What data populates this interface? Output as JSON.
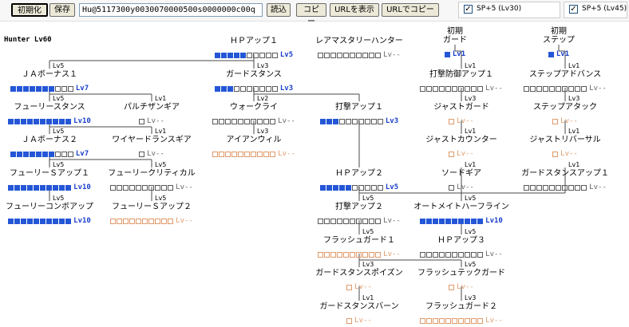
{
  "toolbar": {
    "reset_label": "初期化",
    "save_label": "保存",
    "code_value": "Hu@5117300y0030070000500s0000000c00q",
    "load_label": "読込",
    "copy_label": "コピー",
    "show_url_label": "URLを表示",
    "copy_url_label": "URLでコピー",
    "sp30_label": "SP+5 (Lv30)",
    "sp45_label": "SP+5 (Lv45)",
    "sp30_checked": true,
    "sp45_checked": true
  },
  "class_title": "Hunter Lv60",
  "colors": {
    "filled": "#2456d6",
    "level": "#1b3fcc",
    "locked": "#e09a6a"
  },
  "nodes": [
    {
      "id": "hp1",
      "name": "ＨＰアップ１",
      "lvl": 5,
      "max": 10,
      "locked": false
    },
    {
      "id": "rare",
      "name": "レアマスタリーハンター",
      "lvl": 0,
      "max": 10,
      "locked": false
    },
    {
      "id": "guard",
      "name": "初期\nガード",
      "lvl": 1,
      "max": 1,
      "locked": false
    },
    {
      "id": "step",
      "name": "初期\nステップ",
      "lvl": 1,
      "max": 1,
      "locked": false
    },
    {
      "id": "ja1",
      "name": "ＪＡボーナス１",
      "lvl": 7,
      "max": 10,
      "locked": false,
      "req": "Lv5"
    },
    {
      "id": "gs",
      "name": "ガードスタンス",
      "lvl": 3,
      "max": 10,
      "locked": false,
      "req": "Lv3"
    },
    {
      "id": "gb",
      "name": "打撃防御アップ１",
      "lvl": 0,
      "max": 10,
      "locked": false,
      "req": "Lv1"
    },
    {
      "id": "sa",
      "name": "ステップアドバンス",
      "lvl": 0,
      "max": 10,
      "locked": false,
      "req": "Lv1"
    },
    {
      "id": "fs",
      "name": "フューリースタンス",
      "lvl": 10,
      "max": 10,
      "locked": false,
      "req": "Lv5"
    },
    {
      "id": "pg",
      "name": "パルチザンギア",
      "lvl": 0,
      "max": 1,
      "locked": false,
      "req": "Lv1"
    },
    {
      "id": "wc",
      "name": "ウォークライ",
      "lvl": 0,
      "max": 10,
      "locked": false,
      "req": "Lv2"
    },
    {
      "id": "sh1",
      "name": "打撃アップ１",
      "lvl": 3,
      "max": 10,
      "locked": false
    },
    {
      "id": "jg",
      "name": "ジャストガード",
      "lvl": 0,
      "max": 1,
      "locked": true,
      "req": "Lv3"
    },
    {
      "id": "sta",
      "name": "ステップアタック",
      "lvl": 0,
      "max": 1,
      "locked": true,
      "req": "Lv3"
    },
    {
      "id": "ja2",
      "name": "ＪＡボーナス２",
      "lvl": 7,
      "max": 10,
      "locked": false,
      "req": "Lv5"
    },
    {
      "id": "wg",
      "name": "ワイヤードランスギア",
      "lvl": 0,
      "max": 1,
      "locked": false,
      "req": "Lv1"
    },
    {
      "id": "iw",
      "name": "アイアンウィル",
      "lvl": 0,
      "max": 10,
      "locked": true,
      "req": "Lv3"
    },
    {
      "id": "jc",
      "name": "ジャストカウンター",
      "lvl": 0,
      "max": 1,
      "locked": true,
      "req": "Lv1"
    },
    {
      "id": "jr",
      "name": "ジャストリバーサル",
      "lvl": 0,
      "max": 1,
      "locked": true,
      "req": "Lv1"
    },
    {
      "id": "fsu1",
      "name": "フューリーＳアップ１",
      "lvl": 10,
      "max": 10,
      "locked": false,
      "req": "Lv5"
    },
    {
      "id": "fc",
      "name": "フューリークリティカル",
      "lvl": 0,
      "max": 10,
      "locked": false,
      "req": "Lv5"
    },
    {
      "id": "hp2",
      "name": "ＨＰアップ２",
      "lvl": 5,
      "max": 10,
      "locked": false
    },
    {
      "id": "sg",
      "name": "ソードギア",
      "lvl": 0,
      "max": 1,
      "locked": false,
      "req": "Lv1"
    },
    {
      "id": "gsu1",
      "name": "ガードスタンスアップ１",
      "lvl": 0,
      "max": 10,
      "locked": false,
      "req": "Lv1"
    },
    {
      "id": "fca",
      "name": "フューリーコンボアップ",
      "lvl": 10,
      "max": 10,
      "locked": false,
      "req": "Lv5"
    },
    {
      "id": "fsu2",
      "name": "フューリーＳアップ２",
      "lvl": 0,
      "max": 10,
      "locked": true,
      "req": "Lv5"
    },
    {
      "id": "sh2",
      "name": "打撃アップ２",
      "lvl": 0,
      "max": 10,
      "locked": false,
      "req": "Lv5"
    },
    {
      "id": "ahl",
      "name": "オートメイトハーフライン",
      "lvl": 10,
      "max": 10,
      "locked": false,
      "req": "Lv5"
    },
    {
      "id": "fg1",
      "name": "フラッシュガード１",
      "lvl": 0,
      "max": 10,
      "locked": true,
      "req": "Lv5"
    },
    {
      "id": "hp3",
      "name": "ＨＰアップ３",
      "lvl": 0,
      "max": 10,
      "locked": false,
      "req": "Lv5"
    },
    {
      "id": "gsp",
      "name": "ガードスタンスポイズン",
      "lvl": 0,
      "max": 1,
      "locked": true,
      "req": "Lv3"
    },
    {
      "id": "ftg",
      "name": "フラッシュテックガード",
      "lvl": 0,
      "max": 1,
      "locked": true,
      "req": "Lv5"
    },
    {
      "id": "gsb",
      "name": "ガードスタンスバーン",
      "lvl": 0,
      "max": 1,
      "locked": true,
      "req": "Lv1"
    },
    {
      "id": "fg2",
      "name": "フラッシュガード２",
      "lvl": 0,
      "max": 10,
      "locked": true,
      "req": "Lv3"
    }
  ],
  "edges": [
    [
      "hp1",
      "ja1"
    ],
    [
      "hp1",
      "gs"
    ],
    [
      "ja1",
      "fs"
    ],
    [
      "ja1",
      "pg"
    ],
    [
      "gs",
      "wc"
    ],
    [
      "wc",
      "iw"
    ],
    [
      "gs",
      "sh1"
    ],
    [
      "fs",
      "ja2"
    ],
    [
      "fs",
      "wg"
    ],
    [
      "ja2",
      "fsu1"
    ],
    [
      "ja2",
      "fc"
    ],
    [
      "fsu1",
      "fca"
    ],
    [
      "fc",
      "fsu2"
    ],
    [
      "guard",
      "gb"
    ],
    [
      "gb",
      "jg"
    ],
    [
      "jg",
      "jc"
    ],
    [
      "step",
      "sa"
    ],
    [
      "sa",
      "sta"
    ],
    [
      "sta",
      "jr"
    ],
    [
      "sh1",
      "hp2"
    ],
    [
      "hp2",
      "sg"
    ],
    [
      "hp2",
      "gsu1"
    ],
    [
      "hp2",
      "sh2"
    ],
    [
      "hp2",
      "ahl"
    ],
    [
      "sh2",
      "fg1"
    ],
    [
      "ahl",
      "hp3"
    ],
    [
      "fg1",
      "gsp"
    ],
    [
      "fg1",
      "ftg"
    ],
    [
      "gsp",
      "gsb"
    ],
    [
      "ftg",
      "fg2"
    ]
  ]
}
